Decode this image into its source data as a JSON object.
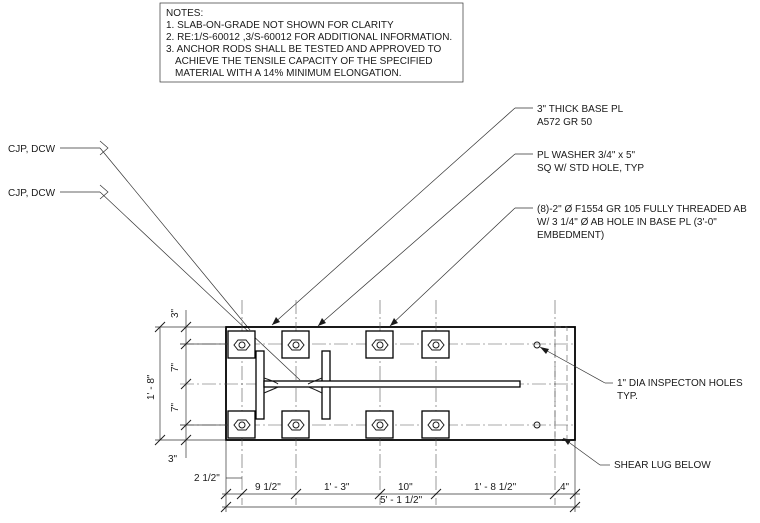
{
  "notes": {
    "title": "NOTES:",
    "lines": [
      "1. SLAB-ON-GRADE NOT SHOWN FOR CLARITY",
      "2. RE:1/S-60012 ,3/S-60012   FOR ADDITIONAL INFORMATION.",
      "3. ANCHOR RODS SHALL BE TESTED AND APPROVED TO",
      "    ACHIEVE THE TENSILE CAPACITY OF THE SPECIFIED",
      "    MATERIAL WITH A 14% MINIMUM ELONGATION."
    ]
  },
  "weld_symbols": [
    "CJP, DCW",
    "CJP, DCW"
  ],
  "callouts": {
    "base_plate": [
      "3\" THICK BASE PL",
      "A572 GR 50"
    ],
    "washer": [
      "PL WASHER 3/4\" x 5\"",
      "SQ W/ STD HOLE, TYP"
    ],
    "anchor_bolts": [
      "(8)-2\" Ø F1554 GR 105 FULLY THREADED AB",
      "W/ 3 1/4\" Ø AB HOLE IN BASE PL (3'-0\"",
      "EMBEDMENT)"
    ],
    "inspection_holes": [
      "1\" DIA INSPECTON HOLES",
      "TYP."
    ],
    "shear_lug": "SHEAR LUG BELOW"
  },
  "dimensions": {
    "left_top": "3\"",
    "left_overall": "1' - 8\"",
    "left_upper": "7\"",
    "left_lower": "7\"",
    "left_bottom": "3\"",
    "bottom_edge": "2 1/2\"",
    "bottom_segments": [
      "9 1/2\"",
      "1' - 3\"",
      "10\"",
      "1' - 8 1/2\"",
      "4\""
    ],
    "bottom_overall": "5' - 1 1/2\""
  }
}
